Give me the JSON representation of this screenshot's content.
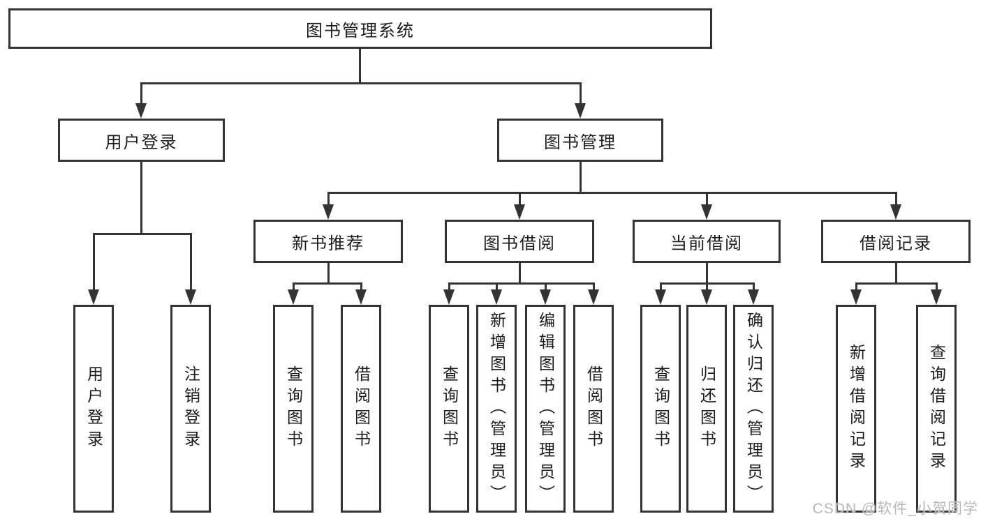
{
  "tree": {
    "root": {
      "label": "图书管理系统"
    },
    "children": [
      {
        "label": "用户登录",
        "children": [
          {
            "label": "用户登录"
          },
          {
            "label": "注销登录"
          }
        ]
      },
      {
        "label": "图书管理",
        "children": [
          {
            "label": "新书推荐",
            "children": [
              {
                "label": "查询图书"
              },
              {
                "label": "借阅图书"
              }
            ]
          },
          {
            "label": "图书借阅",
            "children": [
              {
                "label": "查询图书"
              },
              {
                "label": "新增图书（管理员）"
              },
              {
                "label": "编辑图书（管理员）"
              },
              {
                "label": "借阅图书"
              }
            ]
          },
          {
            "label": "当前借阅",
            "children": [
              {
                "label": "查询图书"
              },
              {
                "label": "归还图书"
              },
              {
                "label": "确认归还（管理员）"
              }
            ]
          },
          {
            "label": "借阅记录",
            "children": [
              {
                "label": "新增借阅记录"
              },
              {
                "label": "查询借阅记录"
              }
            ]
          }
        ]
      }
    ]
  },
  "watermark": {
    "text": "CSDN @软件_小贺同学"
  },
  "colors": {
    "line": "#333333",
    "text": "#1c1c1c",
    "background": "#ffffff",
    "watermark": "#b9b9b9"
  }
}
